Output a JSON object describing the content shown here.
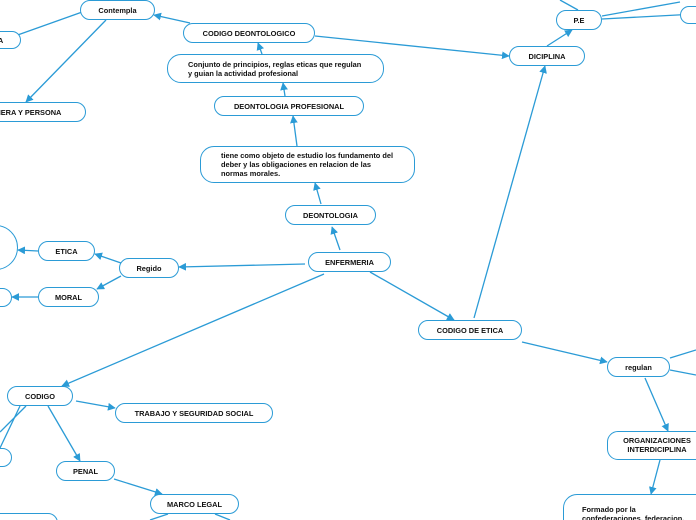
{
  "colors": {
    "line": "#2b9bd6",
    "border": "#2b9bd6",
    "background": "#ffffff",
    "text": "#111111"
  },
  "nodes": {
    "contempla": "Contempla",
    "a_partial": "A",
    "mera_persona": "MERA Y PERSONA",
    "codigo_deontologico": "CODIGO DEONTOLOGICO",
    "conjunto_principios": "Conjunto de principios, reglas eticas que regulan y guian la actividad profesional",
    "deontologia_profesional": "DEONTOLOGIA PROFESIONAL",
    "tiene_como_objeto": "tiene como objeto de estudio los fundamento del deber y las obligaciones en relacion de las normas morales.",
    "deontologia": "DEONTOLOGIA",
    "enfermeria": "ENFERMERIA",
    "regido": "Regido",
    "etica": "ETICA",
    "moral": "MORAL",
    "codigo": "CODIGO",
    "trabajo_seguridad": "TRABAJO Y SEGURIDAD SOCIAL",
    "penal": "PENAL",
    "marco_legal": "MARCO LEGAL",
    "pe": "P.E",
    "diciplina": "DICIPLINA",
    "codigo_etica": "CODIGO DE ETICA",
    "regulan": "regulan",
    "organizaciones": "ORGANIZACIONES INTERDICIPLINA",
    "formado_por": "Formado por la confederaciones, federacion,"
  }
}
